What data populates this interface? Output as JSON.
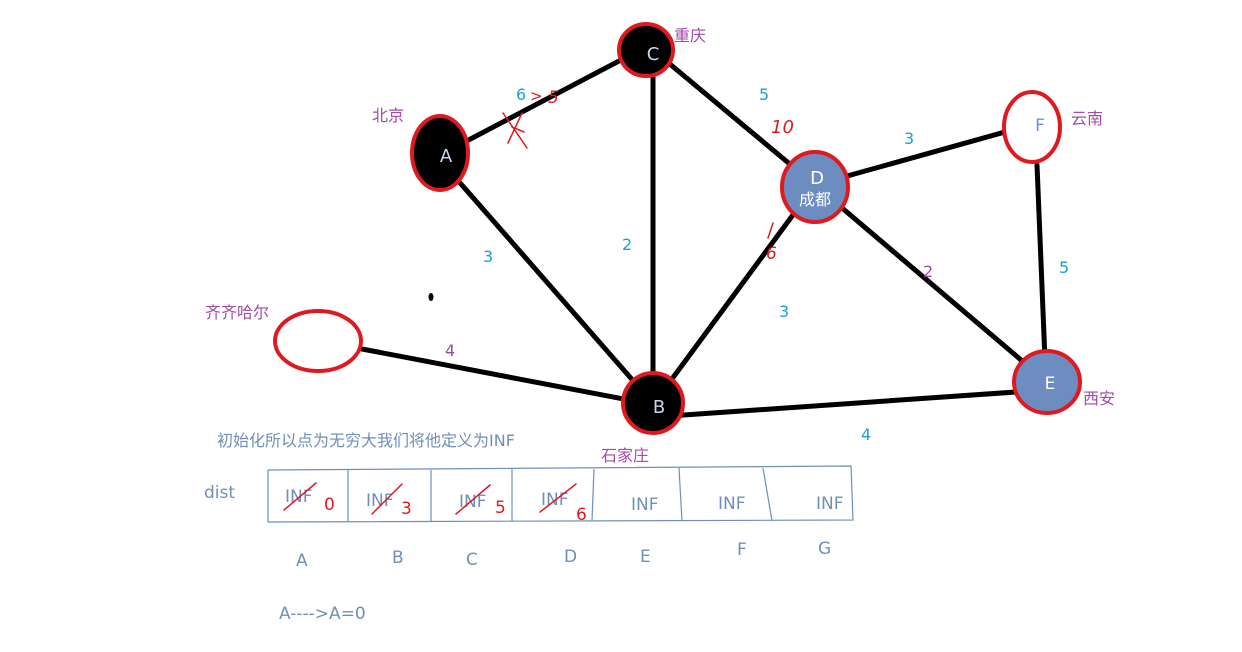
{
  "nodes": {
    "A": {
      "letter": "A",
      "city": "北京"
    },
    "B": {
      "letter": "B",
      "city": "石家庄"
    },
    "C": {
      "letter": "C",
      "city": "重庆"
    },
    "D": {
      "letter": "D",
      "city": "成都"
    },
    "E": {
      "letter": "E",
      "city": "西安"
    },
    "F": {
      "letter": "F",
      "city": "云南"
    },
    "Q": {
      "letter": "",
      "city": "齐齐哈尔"
    }
  },
  "edges": {
    "AC": "6",
    "AC_update": "5",
    "AB": "3",
    "CB": "2",
    "CD": "5",
    "CD_update": "10",
    "DB": "3",
    "DB_update": "6",
    "DF": "3",
    "DE": "2",
    "FE": "5",
    "BE": "4",
    "QB": "4",
    "arrow": ">"
  },
  "note": "初始化所以点为无穷大我们将他定义为INF",
  "dist": {
    "label": "dist",
    "cells": [
      {
        "old": "INF",
        "new": "0",
        "name": "A"
      },
      {
        "old": "INF",
        "new": "3",
        "name": "B"
      },
      {
        "old": "INF",
        "new": "5",
        "name": "C"
      },
      {
        "old": "INF",
        "new": "6",
        "name": "D"
      },
      {
        "old": "INF",
        "new": "",
        "name": "E"
      },
      {
        "old": "INF",
        "new": "",
        "name": "F"
      },
      {
        "old": "INF",
        "new": "",
        "name": "G"
      }
    ]
  },
  "footer": "A---->A=0",
  "colors": {
    "node_black": "#000000",
    "node_blue": "#6d8cbf",
    "ring_red": "#e0191f",
    "city_purple": "#a24ba8",
    "weight_blue": "#1aa0d8",
    "table_grey": "#6f8fb8"
  }
}
